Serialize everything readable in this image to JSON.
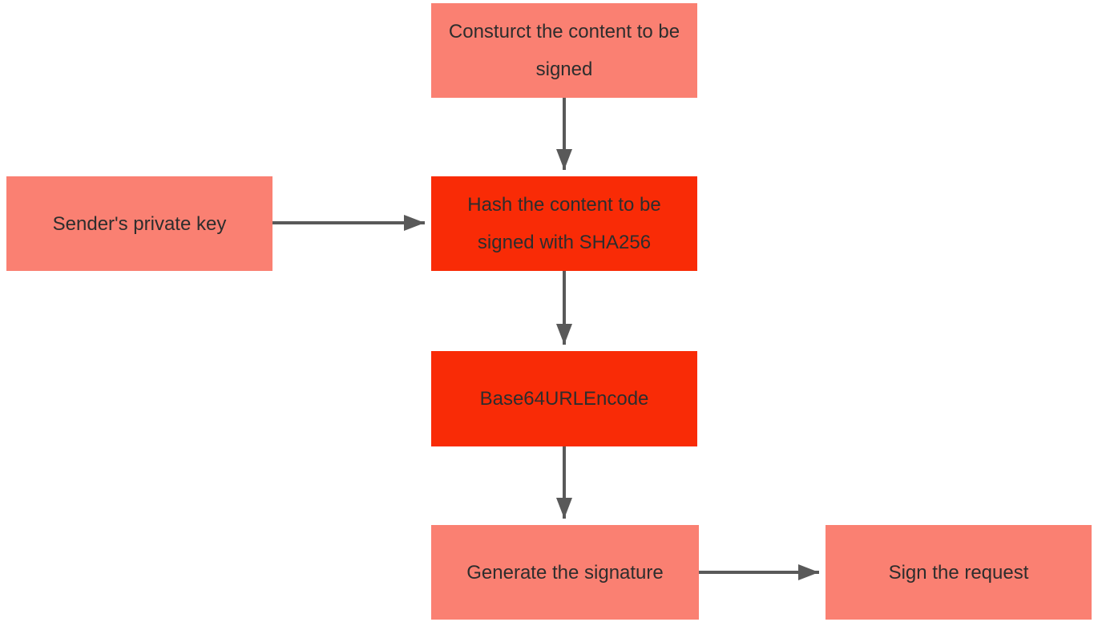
{
  "diagram": {
    "type": "flowchart",
    "nodes": {
      "construct": {
        "label": "Consturct the content to be signed",
        "color_role": "salmon"
      },
      "private_key": {
        "label": "Sender's private key",
        "color_role": "salmon"
      },
      "hash": {
        "label": "Hash the content to be signed with SHA256",
        "color_role": "red"
      },
      "base64": {
        "label": "Base64URLEncode",
        "color_role": "red"
      },
      "generate": {
        "label": "Generate the signature",
        "color_role": "salmon"
      },
      "sign": {
        "label": "Sign the request",
        "color_role": "salmon"
      }
    },
    "edges": [
      {
        "from": "construct",
        "to": "hash",
        "direction": "down"
      },
      {
        "from": "private_key",
        "to": "hash",
        "direction": "right"
      },
      {
        "from": "hash",
        "to": "base64",
        "direction": "down"
      },
      {
        "from": "base64",
        "to": "generate",
        "direction": "down"
      },
      {
        "from": "generate",
        "to": "sign",
        "direction": "right"
      }
    ],
    "colors": {
      "salmon": "#FA8072",
      "red": "#F92B06",
      "arrow": "#595959",
      "text": "#2D2D2D",
      "background": "#FFFFFF"
    }
  }
}
